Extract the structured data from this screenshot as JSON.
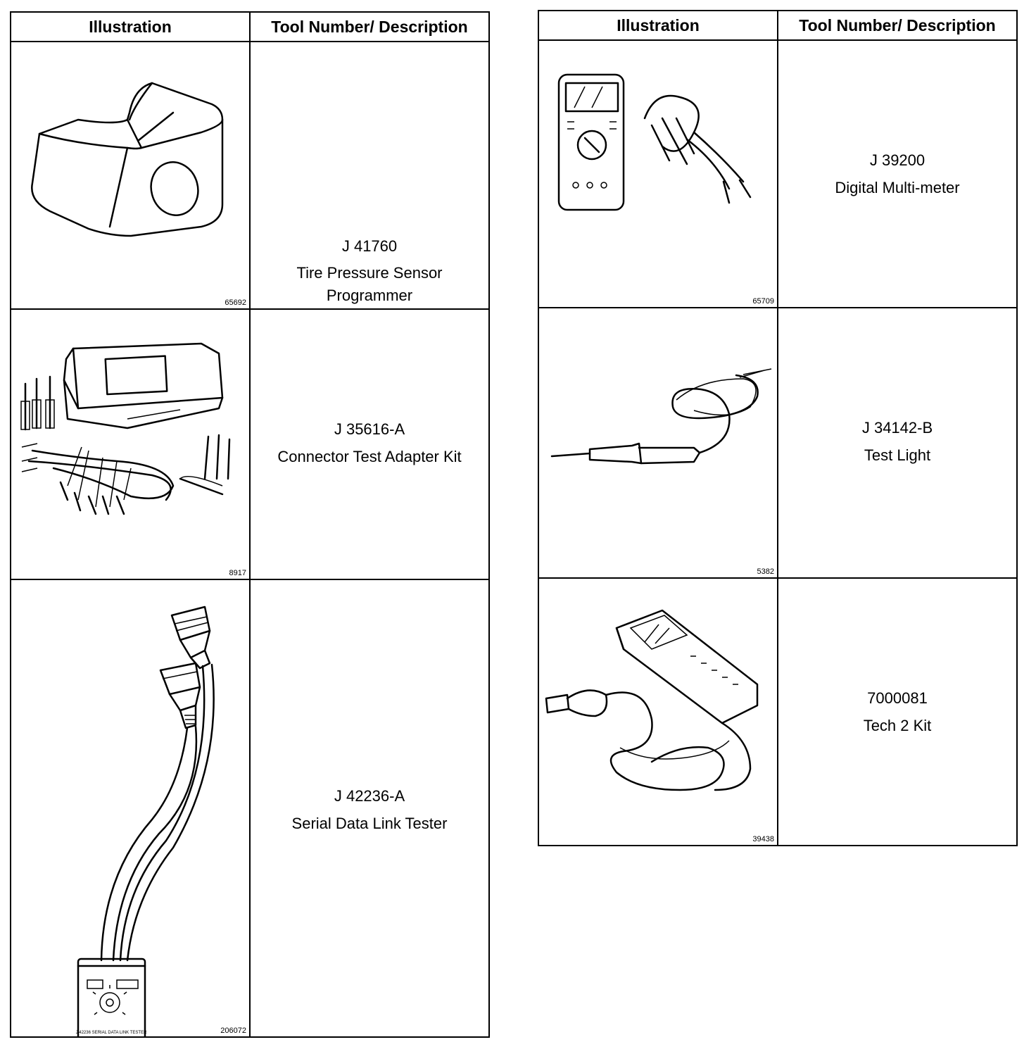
{
  "headers": {
    "illustration": "Illustration",
    "tool": "Tool Number/ Description"
  },
  "left_tools": [
    {
      "figure_no": "65692",
      "tool_number": "J 41760",
      "description": "Tire Pressure Sensor Programmer",
      "icon": "tire-pressure-programmer-icon"
    },
    {
      "figure_no": "8917",
      "tool_number": "J 35616-A",
      "description": "Connector Test Adapter Kit",
      "icon": "connector-adapter-kit-icon"
    },
    {
      "figure_no": "206072",
      "tool_number": "J 42236-A",
      "description": "Serial Data Link Tester",
      "icon": "serial-data-link-tester-icon"
    }
  ],
  "right_tools": [
    {
      "figure_no": "65709",
      "tool_number": "J 39200",
      "description": "Digital Multi-meter",
      "icon": "multimeter-icon"
    },
    {
      "figure_no": "5382",
      "tool_number": "J 34142-B",
      "description": "Test Light",
      "icon": "test-light-icon"
    },
    {
      "figure_no": "39438",
      "tool_number": "7000081",
      "description": "Tech 2 Kit",
      "icon": "tech2-scan-tool-icon"
    }
  ],
  "tester_label": "J 42236 SERIAL DATA LINK TESTER"
}
